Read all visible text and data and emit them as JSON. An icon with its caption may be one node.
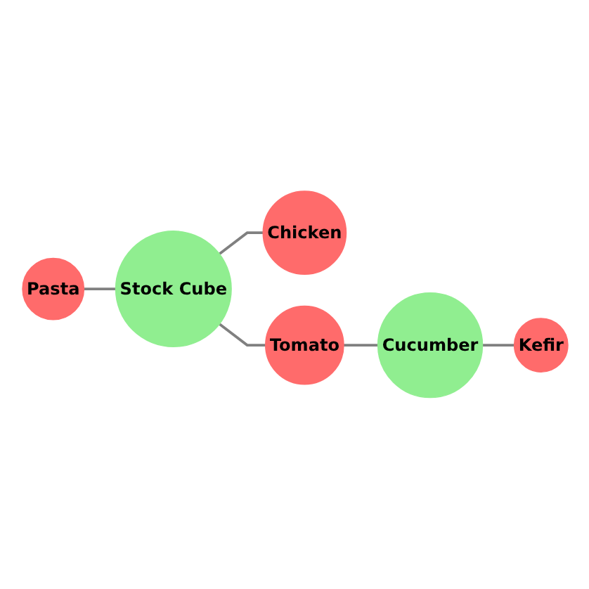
{
  "diagram": {
    "nodes": [
      {
        "text": [
          "Pasta"
        ]
      },
      {
        "text": [
          "Stock Cube"
        ]
      },
      {
        "text": [
          "Chicken"
        ]
      },
      {
        "text": [
          "Tomato"
        ]
      },
      {
        "text": [
          "Cucumber"
        ]
      },
      {
        "text": [
          "Kefir"
        ]
      }
    ],
    "edges": [
      {
        "from": 0,
        "to": 1,
        "arrow": "none"
      },
      {
        "from": 1,
        "to": 2,
        "arrow": "none"
      },
      {
        "from": 1,
        "to": 3,
        "arrow": "none"
      },
      {
        "from": 3,
        "to": 4,
        "arrow": "none"
      },
      {
        "from": 4,
        "to": 5,
        "arrow": "none"
      }
    ]
  }
}
